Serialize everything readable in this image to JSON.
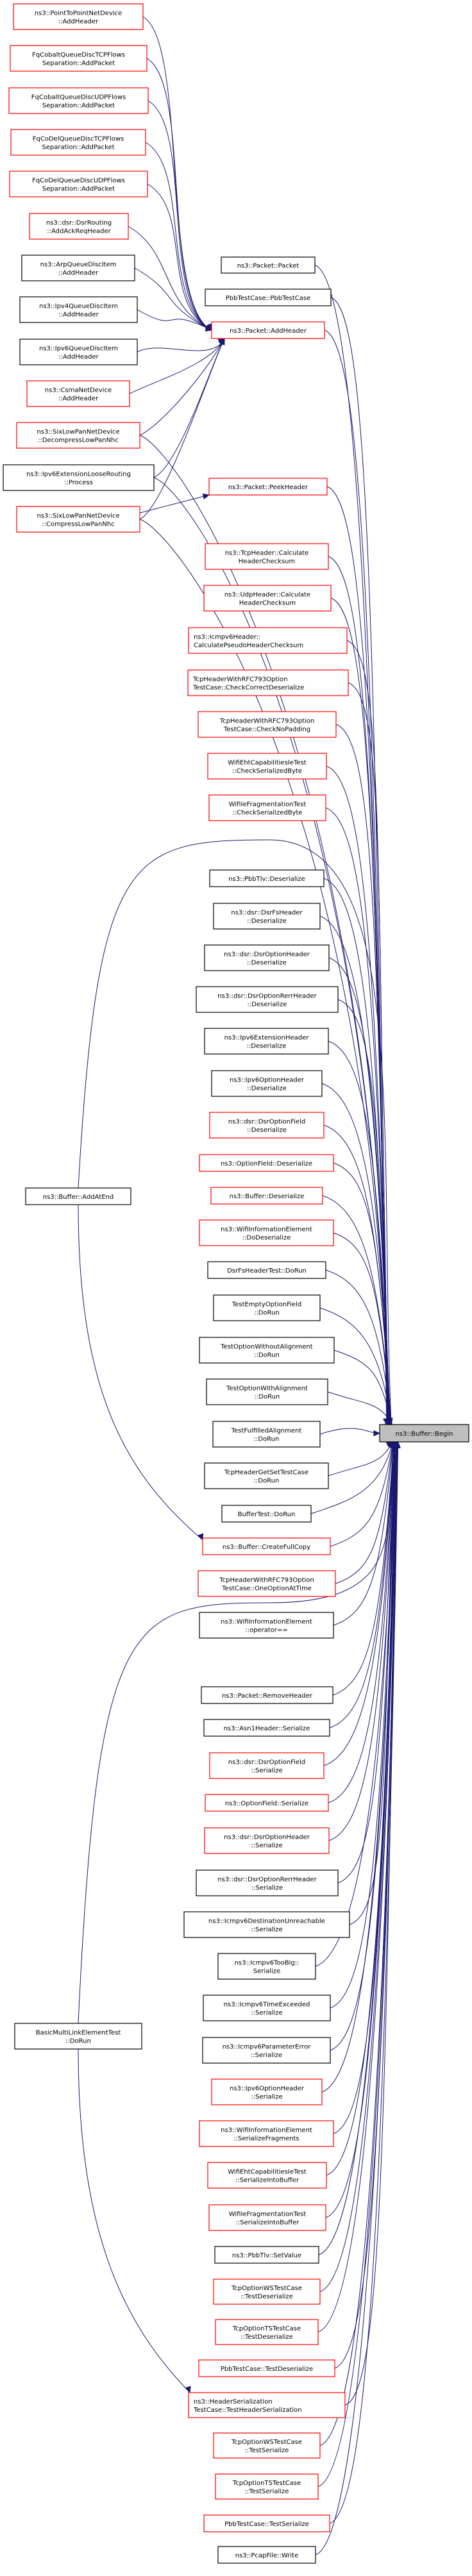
{
  "title": "ns3::Buffer::Begin caller graph",
  "colors": {
    "edge": "#191970",
    "node_border_documented": "#000000",
    "node_border_undocumented": "#ff0000",
    "focus_fill": "#bfbfbf"
  },
  "focus_node": {
    "id": "begin",
    "lines": [
      "ns3::Buffer::Begin"
    ]
  },
  "nodes": [
    {
      "id": "p2p",
      "lines": [
        "ns3::PointToPointNetDevice",
        "::AddHeader"
      ],
      "style": "red"
    },
    {
      "id": "fqcobtcp",
      "lines": [
        "FqCobaltQueueDiscTCPFlows",
        "Separation::AddPacket"
      ],
      "style": "red"
    },
    {
      "id": "fqcobudp",
      "lines": [
        "FqCobaltQueueDiscUDPFlows",
        "Separation::AddPacket"
      ],
      "style": "red"
    },
    {
      "id": "fqcodtcp",
      "lines": [
        "FqCoDelQueueDiscTCPFlows",
        "Separation::AddPacket"
      ],
      "style": "red"
    },
    {
      "id": "fqcodudp",
      "lines": [
        "FqCoDelQueueDiscUDPFlows",
        "Separation::AddPacket"
      ],
      "style": "red"
    },
    {
      "id": "dsrack",
      "lines": [
        "ns3::dsr::DsrRouting",
        "::AddAckReqHeader"
      ],
      "style": "red"
    },
    {
      "id": "arp",
      "lines": [
        "ns3::ArpQueueDiscItem",
        "::AddHeader"
      ],
      "style": "black"
    },
    {
      "id": "ipv4q",
      "lines": [
        "ns3::Ipv4QueueDiscItem",
        "::AddHeader"
      ],
      "style": "black"
    },
    {
      "id": "ipv6q",
      "lines": [
        "ns3::Ipv6QueueDiscItem",
        "::AddHeader"
      ],
      "style": "black"
    },
    {
      "id": "csma",
      "lines": [
        "ns3::CsmaNetDevice",
        "::AddHeader"
      ],
      "style": "red"
    },
    {
      "id": "sixdec",
      "lines": [
        "ns3::SixLowPanNetDevice",
        "::DecompressLowPanNhc"
      ],
      "style": "red"
    },
    {
      "id": "loose",
      "lines": [
        "ns3::Ipv6ExtensionLooseRouting",
        "::Process"
      ],
      "style": "black"
    },
    {
      "id": "sixcomp",
      "lines": [
        "ns3::SixLowPanNetDevice",
        "::CompressLowPanNhc"
      ],
      "style": "red"
    },
    {
      "id": "pktpkt",
      "lines": [
        "ns3::Packet::Packet"
      ],
      "style": "black"
    },
    {
      "id": "pbbctor",
      "lines": [
        "PbbTestCase::PbbTestCase"
      ],
      "style": "black"
    },
    {
      "id": "addheader",
      "lines": [
        "ns3::Packet::AddHeader"
      ],
      "style": "red"
    },
    {
      "id": "peek",
      "lines": [
        "ns3::Packet::PeekHeader"
      ],
      "style": "red"
    },
    {
      "id": "tcpcs",
      "lines": [
        "ns3::TcpHeader::Calculate",
        "HeaderChecksum"
      ],
      "style": "red"
    },
    {
      "id": "udpcs",
      "lines": [
        "ns3::UdpHeader::Calculate",
        "HeaderChecksum"
      ],
      "style": "red"
    },
    {
      "id": "icmpcs",
      "lines": [
        "ns3::Icmpv6Header::",
        "CalculatePseudoHeaderChecksum"
      ],
      "style": "red",
      "align": "left"
    },
    {
      "id": "chkcorrect",
      "lines": [
        "TcpHeaderWithRFC793Option",
        "TestCase::CheckCorrectDeserialize"
      ],
      "style": "red",
      "align": "left"
    },
    {
      "id": "chknopad",
      "lines": [
        "TcpHeaderWithRFC793Option",
        "TestCase::CheckNoPadding"
      ],
      "style": "red"
    },
    {
      "id": "ehtchk",
      "lines": [
        "WifiEhtCapabilitiesIeTest",
        "::CheckSerializedByte"
      ],
      "style": "red"
    },
    {
      "id": "iefragchk",
      "lines": [
        "WifiIeFragmentationTest",
        "::CheckSerializedByte"
      ],
      "style": "red"
    },
    {
      "id": "addatend",
      "lines": [
        "ns3::Buffer::AddAtEnd"
      ],
      "style": "black"
    },
    {
      "id": "pbbtlvdes",
      "lines": [
        "ns3::PbbTlv::Deserialize"
      ],
      "style": "black"
    },
    {
      "id": "dsrfsdes",
      "lines": [
        "ns3::dsr::DsrFsHeader",
        "::Deserialize"
      ],
      "style": "black"
    },
    {
      "id": "dsrohdes",
      "lines": [
        "ns3::dsr::DsrOptionHeader",
        "::Deserialize"
      ],
      "style": "black"
    },
    {
      "id": "dsrrerrdes",
      "lines": [
        "ns3::dsr::DsrOptionRerrHeader",
        "::Deserialize"
      ],
      "style": "black"
    },
    {
      "id": "ipv6extdes",
      "lines": [
        "ns3::Ipv6ExtensionHeader",
        "::Deserialize"
      ],
      "style": "black"
    },
    {
      "id": "ipv6optdes",
      "lines": [
        "ns3::Ipv6OptionHeader",
        "::Deserialize"
      ],
      "style": "black"
    },
    {
      "id": "dsrofdes",
      "lines": [
        "ns3::dsr::DsrOptionField",
        "::Deserialize"
      ],
      "style": "red"
    },
    {
      "id": "optfdes",
      "lines": [
        "ns3::OptionField::Deserialize"
      ],
      "style": "red"
    },
    {
      "id": "bufdes",
      "lines": [
        "ns3::Buffer::Deserialize"
      ],
      "style": "red"
    },
    {
      "id": "wifidodes",
      "lines": [
        "ns3::WifiInformationElement",
        "::DoDeserialize"
      ],
      "style": "red"
    },
    {
      "id": "dsrfstest",
      "lines": [
        "DsrFsHeaderTest::DoRun"
      ],
      "style": "black"
    },
    {
      "id": "testempty",
      "lines": [
        "TestEmptyOptionField",
        "::DoRun"
      ],
      "style": "black"
    },
    {
      "id": "testwithout",
      "lines": [
        "TestOptionWithoutAlignment",
        "::DoRun"
      ],
      "style": "black"
    },
    {
      "id": "testwith",
      "lines": [
        "TestOptionWithAlignment",
        "::DoRun"
      ],
      "style": "black"
    },
    {
      "id": "testfulfilled",
      "lines": [
        "TestFulfilledAlignment",
        "::DoRun"
      ],
      "style": "black"
    },
    {
      "id": "tcpgetset",
      "lines": [
        "TcpHeaderGetSetTestCase",
        "::DoRun"
      ],
      "style": "black"
    },
    {
      "id": "buftest",
      "lines": [
        "BufferTest::DoRun"
      ],
      "style": "black"
    },
    {
      "id": "fullcopy",
      "lines": [
        "ns3::Buffer::CreateFullCopy"
      ],
      "style": "red"
    },
    {
      "id": "oneopt",
      "lines": [
        "TcpHeaderWithRFC793Option",
        "TestCase::OneOptionAtTime"
      ],
      "style": "red"
    },
    {
      "id": "wifieq",
      "lines": [
        "ns3::WifiInformationElement",
        "::operator=="
      ],
      "style": "black"
    },
    {
      "id": "removehdr",
      "lines": [
        "ns3::Packet::RemoveHeader"
      ],
      "style": "black"
    },
    {
      "id": "asn1",
      "lines": [
        "ns3::Asn1Header::Serialize"
      ],
      "style": "black"
    },
    {
      "id": "dsrofser",
      "lines": [
        "ns3::dsr::DsrOptionField",
        "::Serialize"
      ],
      "style": "red"
    },
    {
      "id": "optfser",
      "lines": [
        "ns3::OptionField::Serialize"
      ],
      "style": "red"
    },
    {
      "id": "dsrohser",
      "lines": [
        "ns3::dsr::DsrOptionHeader",
        "::Serialize"
      ],
      "style": "red"
    },
    {
      "id": "dsrrerrser",
      "lines": [
        "ns3::dsr::DsrOptionRerrHeader",
        "::Serialize"
      ],
      "style": "black"
    },
    {
      "id": "icmpdest",
      "lines": [
        "ns3::Icmpv6DestinationUnreachable",
        "::Serialize"
      ],
      "style": "black"
    },
    {
      "id": "icmptoobig",
      "lines": [
        "ns3::Icmpv6TooBig::",
        "Serialize"
      ],
      "style": "black"
    },
    {
      "id": "icmptime",
      "lines": [
        "ns3::Icmpv6TimeExceeded",
        "::Serialize"
      ],
      "style": "black"
    },
    {
      "id": "icmpparam",
      "lines": [
        "ns3::Icmpv6ParameterError",
        "::Serialize"
      ],
      "style": "black"
    },
    {
      "id": "ipv6optser",
      "lines": [
        "ns3::Ipv6OptionHeader",
        "::Serialize"
      ],
      "style": "red"
    },
    {
      "id": "serfrag",
      "lines": [
        "ns3::WifiInformationElement",
        "::SerializeFragments"
      ],
      "style": "red"
    },
    {
      "id": "ehtser",
      "lines": [
        "WifiEhtCapabilitiesIeTest",
        "::SerializeIntoBuffer"
      ],
      "style": "red"
    },
    {
      "id": "iefragser",
      "lines": [
        "WifiIeFragmentationTest",
        "::SerializeIntoBuffer"
      ],
      "style": "red"
    },
    {
      "id": "basicmle",
      "lines": [
        "BasicMultiLinkElementTest",
        "::DoRun"
      ],
      "style": "black"
    },
    {
      "id": "pbbtlvset",
      "lines": [
        "ns3::PbbTlv::SetValue"
      ],
      "style": "black"
    },
    {
      "id": "wstestdes",
      "lines": [
        "TcpOptionWSTestCase",
        "::TestDeserialize"
      ],
      "style": "red"
    },
    {
      "id": "tstestdes",
      "lines": [
        "TcpOptionTSTestCase",
        "::TestDeserialize"
      ],
      "style": "red"
    },
    {
      "id": "pbbtestdes",
      "lines": [
        "PbbTestCase::TestDeserialize"
      ],
      "style": "red"
    },
    {
      "id": "hdrser",
      "lines": [
        "ns3::HeaderSerialization",
        "TestCase::TestHeaderSerialization"
      ],
      "style": "red",
      "align": "left"
    },
    {
      "id": "wstestser",
      "lines": [
        "TcpOptionWSTestCase",
        "::TestSerialize"
      ],
      "style": "red"
    },
    {
      "id": "tstestser",
      "lines": [
        "TcpOptionTSTestCase",
        "::TestSerialize"
      ],
      "style": "red"
    },
    {
      "id": "pbbtestser",
      "lines": [
        "PbbTestCase::TestSerialize"
      ],
      "style": "red"
    },
    {
      "id": "pcapwrite",
      "lines": [
        "ns3::PcapFile::Write"
      ],
      "style": "black"
    }
  ],
  "edges": [
    [
      "p2p",
      "addheader"
    ],
    [
      "fqcobtcp",
      "addheader"
    ],
    [
      "fqcobudp",
      "addheader"
    ],
    [
      "fqcodtcp",
      "addheader"
    ],
    [
      "fqcodudp",
      "addheader"
    ],
    [
      "dsrack",
      "addheader"
    ],
    [
      "arp",
      "addheader"
    ],
    [
      "ipv4q",
      "addheader"
    ],
    [
      "ipv6q",
      "addheader"
    ],
    [
      "csma",
      "addheader"
    ],
    [
      "sixdec",
      "addheader"
    ],
    [
      "loose",
      "addheader"
    ],
    [
      "sixcomp",
      "addheader"
    ],
    [
      "sixcomp",
      "peek"
    ],
    [
      "sixdec",
      "begin"
    ],
    [
      "loose",
      "begin"
    ],
    [
      "sixcomp",
      "begin"
    ],
    [
      "pktpkt",
      "begin"
    ],
    [
      "pbbctor",
      "begin"
    ],
    [
      "addheader",
      "begin"
    ],
    [
      "peek",
      "begin"
    ],
    [
      "tcpcs",
      "begin"
    ],
    [
      "udpcs",
      "begin"
    ],
    [
      "icmpcs",
      "begin"
    ],
    [
      "chkcorrect",
      "begin"
    ],
    [
      "chknopad",
      "begin"
    ],
    [
      "ehtchk",
      "begin"
    ],
    [
      "iefragchk",
      "begin"
    ],
    [
      "addatend",
      "begin"
    ],
    [
      "addatend",
      "fullcopy"
    ],
    [
      "pbbtlvdes",
      "begin"
    ],
    [
      "dsrfsdes",
      "begin"
    ],
    [
      "dsrohdes",
      "begin"
    ],
    [
      "dsrrerrdes",
      "begin"
    ],
    [
      "ipv6extdes",
      "begin"
    ],
    [
      "ipv6optdes",
      "begin"
    ],
    [
      "dsrofdes",
      "begin"
    ],
    [
      "optfdes",
      "begin"
    ],
    [
      "bufdes",
      "begin"
    ],
    [
      "wifidodes",
      "begin"
    ],
    [
      "dsrfstest",
      "begin"
    ],
    [
      "testempty",
      "begin"
    ],
    [
      "testwithout",
      "begin"
    ],
    [
      "testwith",
      "begin"
    ],
    [
      "testfulfilled",
      "begin"
    ],
    [
      "tcpgetset",
      "begin"
    ],
    [
      "buftest",
      "begin"
    ],
    [
      "fullcopy",
      "begin"
    ],
    [
      "oneopt",
      "begin"
    ],
    [
      "wifieq",
      "begin"
    ],
    [
      "basicmle",
      "begin"
    ],
    [
      "basicmle",
      "hdrser"
    ],
    [
      "removehdr",
      "begin"
    ],
    [
      "asn1",
      "begin"
    ],
    [
      "dsrofser",
      "begin"
    ],
    [
      "optfser",
      "begin"
    ],
    [
      "dsrohser",
      "begin"
    ],
    [
      "dsrrerrser",
      "begin"
    ],
    [
      "icmpdest",
      "begin"
    ],
    [
      "icmptoobig",
      "begin"
    ],
    [
      "icmptime",
      "begin"
    ],
    [
      "icmpparam",
      "begin"
    ],
    [
      "ipv6optser",
      "begin"
    ],
    [
      "serfrag",
      "begin"
    ],
    [
      "ehtser",
      "begin"
    ],
    [
      "iefragser",
      "begin"
    ],
    [
      "pbbtlvset",
      "begin"
    ],
    [
      "wstestdes",
      "begin"
    ],
    [
      "tstestdes",
      "begin"
    ],
    [
      "pbbtestdes",
      "begin"
    ],
    [
      "hdrser",
      "begin"
    ],
    [
      "wstestser",
      "begin"
    ],
    [
      "tstestser",
      "begin"
    ],
    [
      "pbbtestser",
      "begin"
    ],
    [
      "pcapwrite",
      "begin"
    ]
  ]
}
